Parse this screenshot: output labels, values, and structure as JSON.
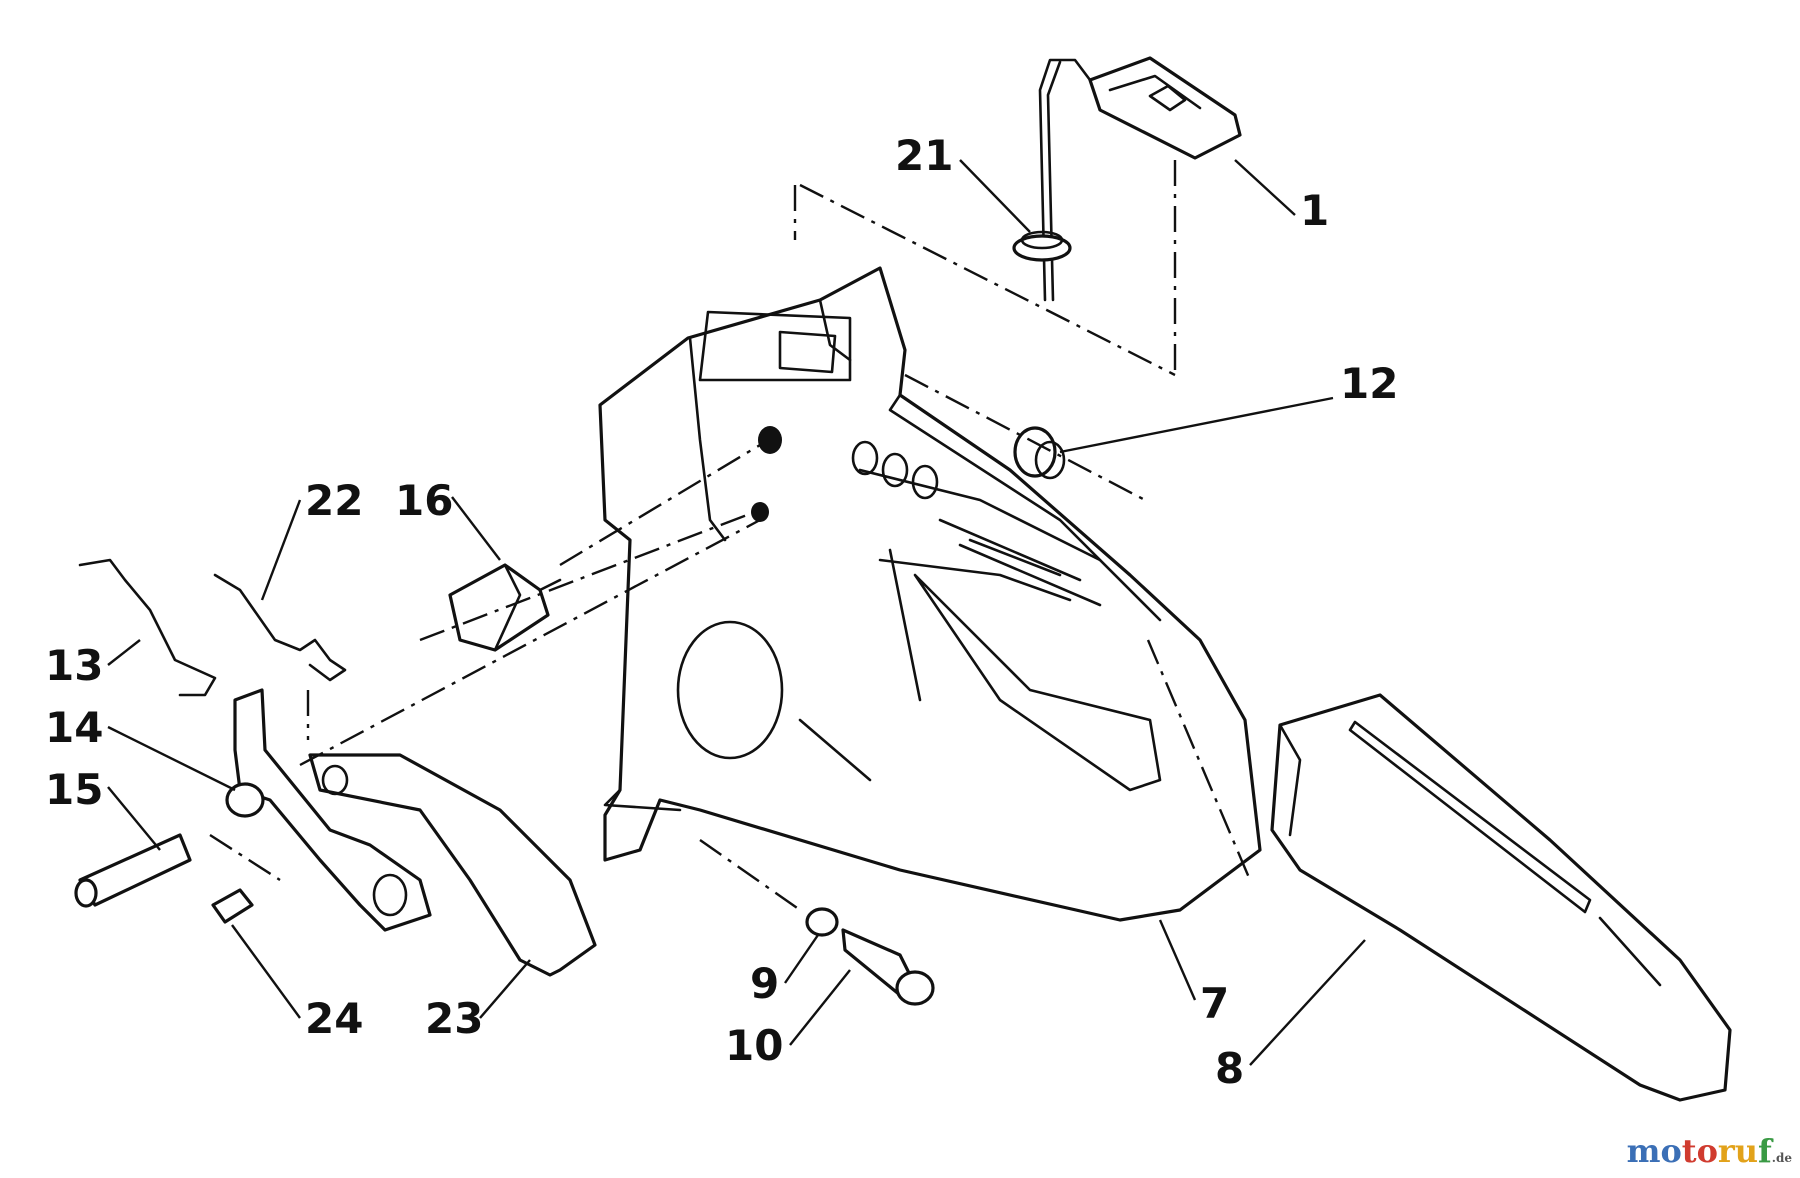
{
  "callouts": [
    "1",
    "7",
    "8",
    "9",
    "10",
    "12",
    "13",
    "14",
    "15",
    "16",
    "21",
    "22",
    "23",
    "24"
  ],
  "watermark": {
    "a": "mo",
    "b": "to",
    "c": "ru",
    "d": "f",
    "suffix": ".de"
  }
}
